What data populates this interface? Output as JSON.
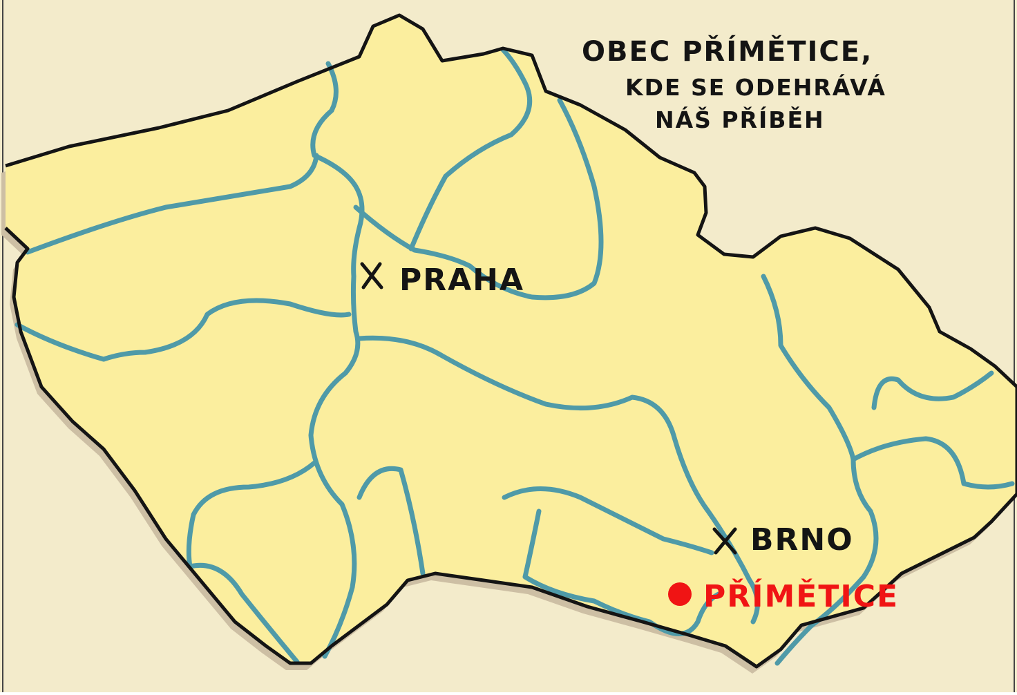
{
  "colors": {
    "background": "#f3ebcb",
    "land": "#fbee9e",
    "shadow": "#cdbfa4",
    "border": "#141414",
    "river": "#4f9aa8",
    "city": "#141414",
    "highlight": "#f01414"
  },
  "places": [
    {
      "name": "PRAHA",
      "marker": "x-marker",
      "kind": "city"
    },
    {
      "name": "BRNO",
      "marker": "x-marker",
      "kind": "city"
    },
    {
      "name": "PŘÍMĚTICE",
      "marker": "red-dot",
      "kind": "highlight"
    }
  ],
  "annotation": {
    "lines": [
      "OBEC PŘÍMĚTICE,",
      "KDE SE ODEHRÁVÁ",
      "NÁŠ PŘÍBĚH"
    ]
  }
}
